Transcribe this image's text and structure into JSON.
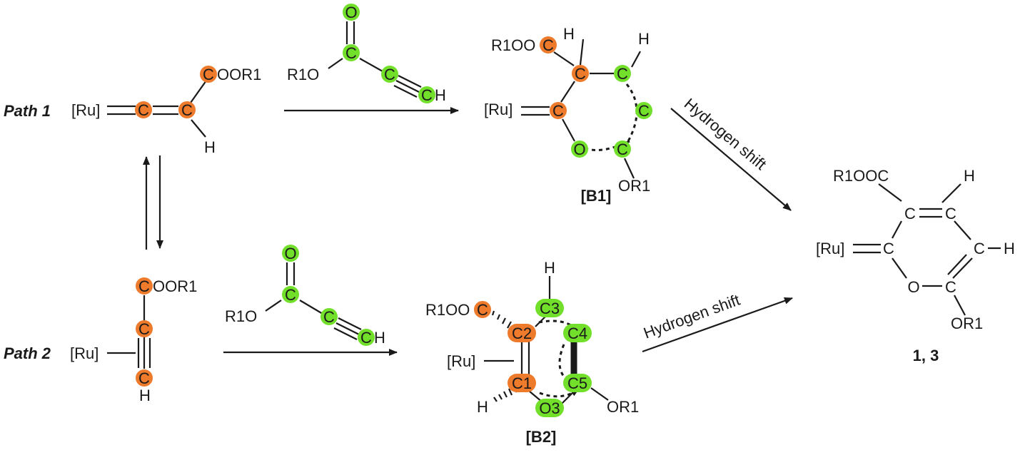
{
  "labels": {
    "path1": "Path 1",
    "path2": "Path 2",
    "b1": "[B1]",
    "b2": "[B2]",
    "product": "1, 3",
    "hshift1": "Hydrogen shift",
    "hshift2": "Hydrogen shift"
  },
  "path1_vinylidene": {
    "ru": "[Ru]",
    "c1": "C",
    "c2": "C",
    "c_ester": "C",
    "ester": "OOR1",
    "h": "H"
  },
  "path2_acetylide": {
    "ru": "[Ru]",
    "c1": "C",
    "c2": "C",
    "c_ester": "C",
    "ester": "OOR1",
    "h": "H"
  },
  "reagent1": {
    "o_top": "O",
    "c_carbonyl": "C",
    "r1o": "R1O",
    "c_alkyne": "C",
    "c_terminal": "C",
    "h": "H"
  },
  "reagent2": {
    "o_top": "O",
    "c_carbonyl": "C",
    "r1o": "R1O",
    "c_alkyne": "C",
    "c_terminal": "C",
    "h": "H"
  },
  "b1": {
    "ru": "[Ru]",
    "c_ring1": "C",
    "c_sp3": "C",
    "h_sp3": "H",
    "ester_prefix": "R1OO",
    "ester_c": "C",
    "c_ring3": "C",
    "h_ring3": "H",
    "c_ring4": "C",
    "c_ring5": "C",
    "o_ring": "O",
    "or1": "OR1"
  },
  "b2": {
    "h_top": "H",
    "c3": "C3",
    "ester_prefix": "R1OO",
    "ester_c": "C",
    "c2": "C2",
    "c4": "C4",
    "ru": "[Ru]",
    "c1": "C1",
    "c5": "C5",
    "or1": "OR1",
    "h_bottom": "H",
    "o3": "O3"
  },
  "product": {
    "ester": "R1OOC",
    "h_top": "H",
    "c_a": "C",
    "c_b": "C",
    "ru": "[Ru]",
    "c_ru": "C",
    "c_ch": "C",
    "h_right": "H",
    "o": "O",
    "c_or": "C",
    "or1": "OR1"
  },
  "colors": {
    "orange": "#ee7a2c",
    "green": "#72e02a",
    "text": "#1a1a1a"
  }
}
